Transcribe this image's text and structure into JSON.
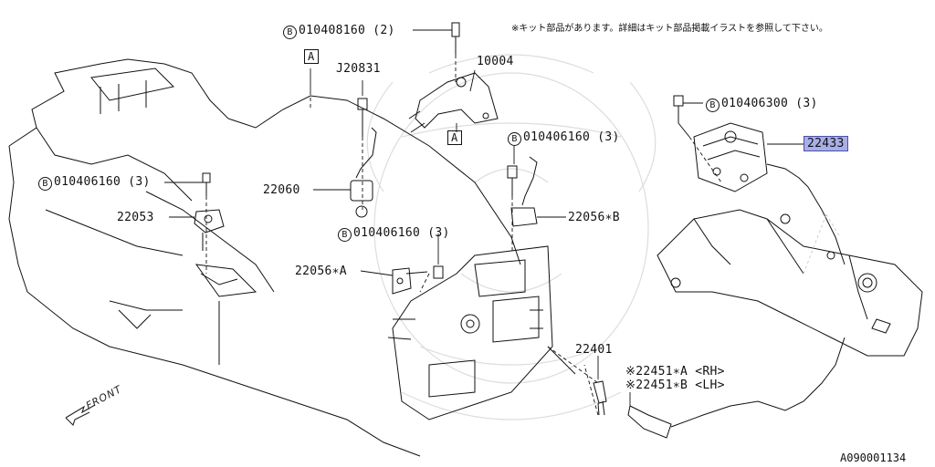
{
  "notice": "※キット部品があります。詳細はキット部品掲載イラストを参照して下さい。",
  "doc_id": "A090001134",
  "front_label": "FRONT",
  "bolt_marker": "B",
  "ref_marker": "A",
  "callouts": {
    "bolt_top": {
      "part": "010408160",
      "qty": "(2)"
    },
    "part_10004": "10004",
    "part_J20831": "J20831",
    "bolt_right_top": {
      "part": "010406300",
      "qty": "(3)"
    },
    "part_22433": "22433",
    "bolt_mid": {
      "part": "010406160",
      "qty": "(3)"
    },
    "bolt_left": {
      "part": "010406160",
      "qty": "(3)"
    },
    "part_22060": "22060",
    "part_22053": "22053",
    "bolt_lower": {
      "part": "010406160",
      "qty": "(3)"
    },
    "part_22056B": "22056∗B",
    "part_22056A": "22056∗A",
    "part_22401": "22401",
    "part_22451A": "※22451∗A <RH>",
    "part_22451B": "※22451∗B <LH>"
  },
  "colors": {
    "highlight_fill": "#a9aee6",
    "highlight_border": "#4a4fa8",
    "line": "#111111"
  }
}
